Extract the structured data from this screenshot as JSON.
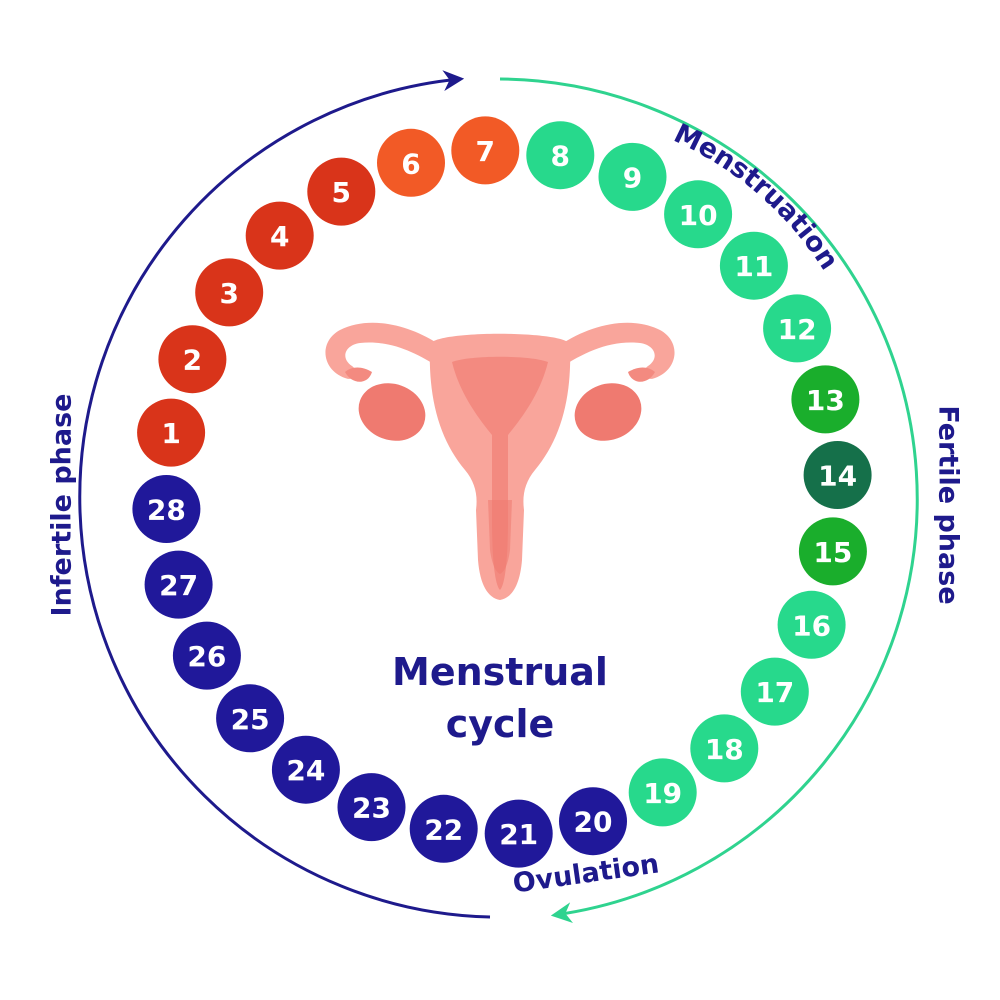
{
  "title": {
    "line1": "Menstrual",
    "line2": "cycle"
  },
  "labels": {
    "menstruation": "Menstruation",
    "fertile": "Fertile phase",
    "ovulation": "Ovulation",
    "infertile": "Infertile phase"
  },
  "colors": {
    "infertile_arrow": "#1e1a8c",
    "fertile_arrow": "#2fd38f",
    "label_text": "#1e1a8c",
    "uterus_light": "#f9a59b",
    "uterus_mid": "#f38a80",
    "uterus_dark": "#ef7a70"
  },
  "days": [
    {
      "label": "1",
      "color": "#d9341a"
    },
    {
      "label": "2",
      "color": "#d9341a"
    },
    {
      "label": "3",
      "color": "#d9341a"
    },
    {
      "label": "4",
      "color": "#d9341a"
    },
    {
      "label": "5",
      "color": "#d9341a"
    },
    {
      "label": "6",
      "color": "#f25a26"
    },
    {
      "label": "7",
      "color": "#f25a26"
    },
    {
      "label": "8",
      "color": "#27d98c"
    },
    {
      "label": "9",
      "color": "#27d98c"
    },
    {
      "label": "10",
      "color": "#27d98c"
    },
    {
      "label": "11",
      "color": "#27d98c"
    },
    {
      "label": "12",
      "color": "#27d98c"
    },
    {
      "label": "13",
      "color": "#1aae2c"
    },
    {
      "label": "14",
      "color": "#15704a"
    },
    {
      "label": "15",
      "color": "#1aae2c"
    },
    {
      "label": "16",
      "color": "#27d98c"
    },
    {
      "label": "17",
      "color": "#27d98c"
    },
    {
      "label": "18",
      "color": "#27d98c"
    },
    {
      "label": "19",
      "color": "#27d98c"
    },
    {
      "label": "20",
      "color": "#20189a"
    },
    {
      "label": "21",
      "color": "#20189a"
    },
    {
      "label": "22",
      "color": "#20189a"
    },
    {
      "label": "23",
      "color": "#20189a"
    },
    {
      "label": "24",
      "color": "#20189a"
    },
    {
      "label": "25",
      "color": "#20189a"
    },
    {
      "label": "26",
      "color": "#20189a"
    },
    {
      "label": "27",
      "color": "#20189a"
    },
    {
      "label": "28",
      "color": "#20189a"
    }
  ]
}
